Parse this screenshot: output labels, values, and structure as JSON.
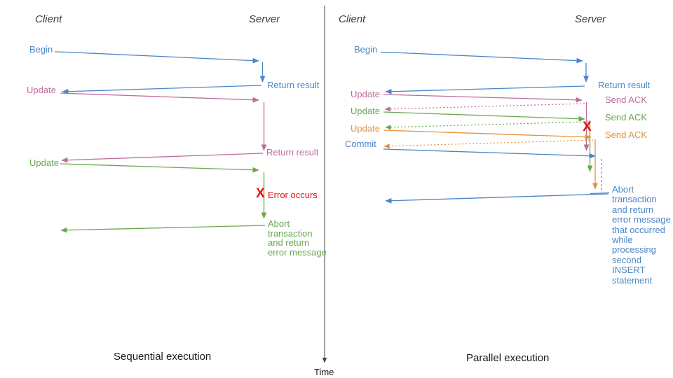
{
  "palette": {
    "blue": "#4a86c8",
    "pink": "#bf6b9d",
    "green": "#6aa84f",
    "orange": "#e69138",
    "red": "#e81010",
    "axis": "#555555"
  },
  "left": {
    "title": "Sequential execution",
    "client": "Client",
    "server": "Server",
    "begin": "Begin",
    "return_result_1": "Return result",
    "update_1": "Update",
    "return_result_2": "Return result",
    "update_2": "Update",
    "error_marker": "X",
    "error_label": "Error occurs",
    "abort_note": "Abort\ntransaction\nand return\nerror message"
  },
  "right": {
    "title": "Parallel execution",
    "client": "Client",
    "server": "Server",
    "begin": "Begin",
    "return_result": "Return result",
    "update_1": "Update",
    "send_ack_1": "Send ACK",
    "update_2": "Update",
    "send_ack_2": "Send ACK",
    "update_3": "Update",
    "send_ack_3": "Send ACK",
    "commit": "Commit",
    "error_marker": "X",
    "abort_note": "Abort\ntransaction\nand return\nerror message\nthat occurred\nwhile\nprocessing\nsecond\nINSERT\nstatement"
  },
  "time_axis": {
    "label": "Time"
  }
}
